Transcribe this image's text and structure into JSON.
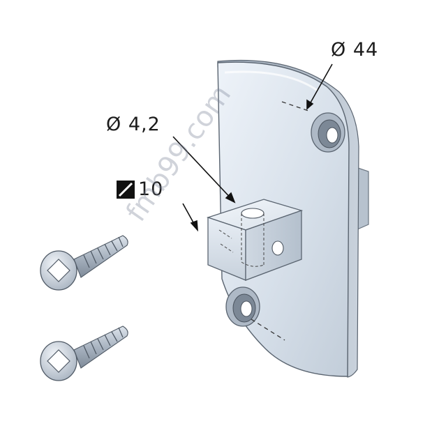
{
  "labels": {
    "diameter_44": "Ø 44",
    "diameter_42": "Ø 4,2",
    "square_10": "10"
  },
  "watermark": "fmb99.com",
  "colors": {
    "plate_light": "#e6eef6",
    "plate_mid": "#c6d2de",
    "plate_dark": "#8e9aa8",
    "outline": "#5a6470",
    "leader": "#111111"
  }
}
